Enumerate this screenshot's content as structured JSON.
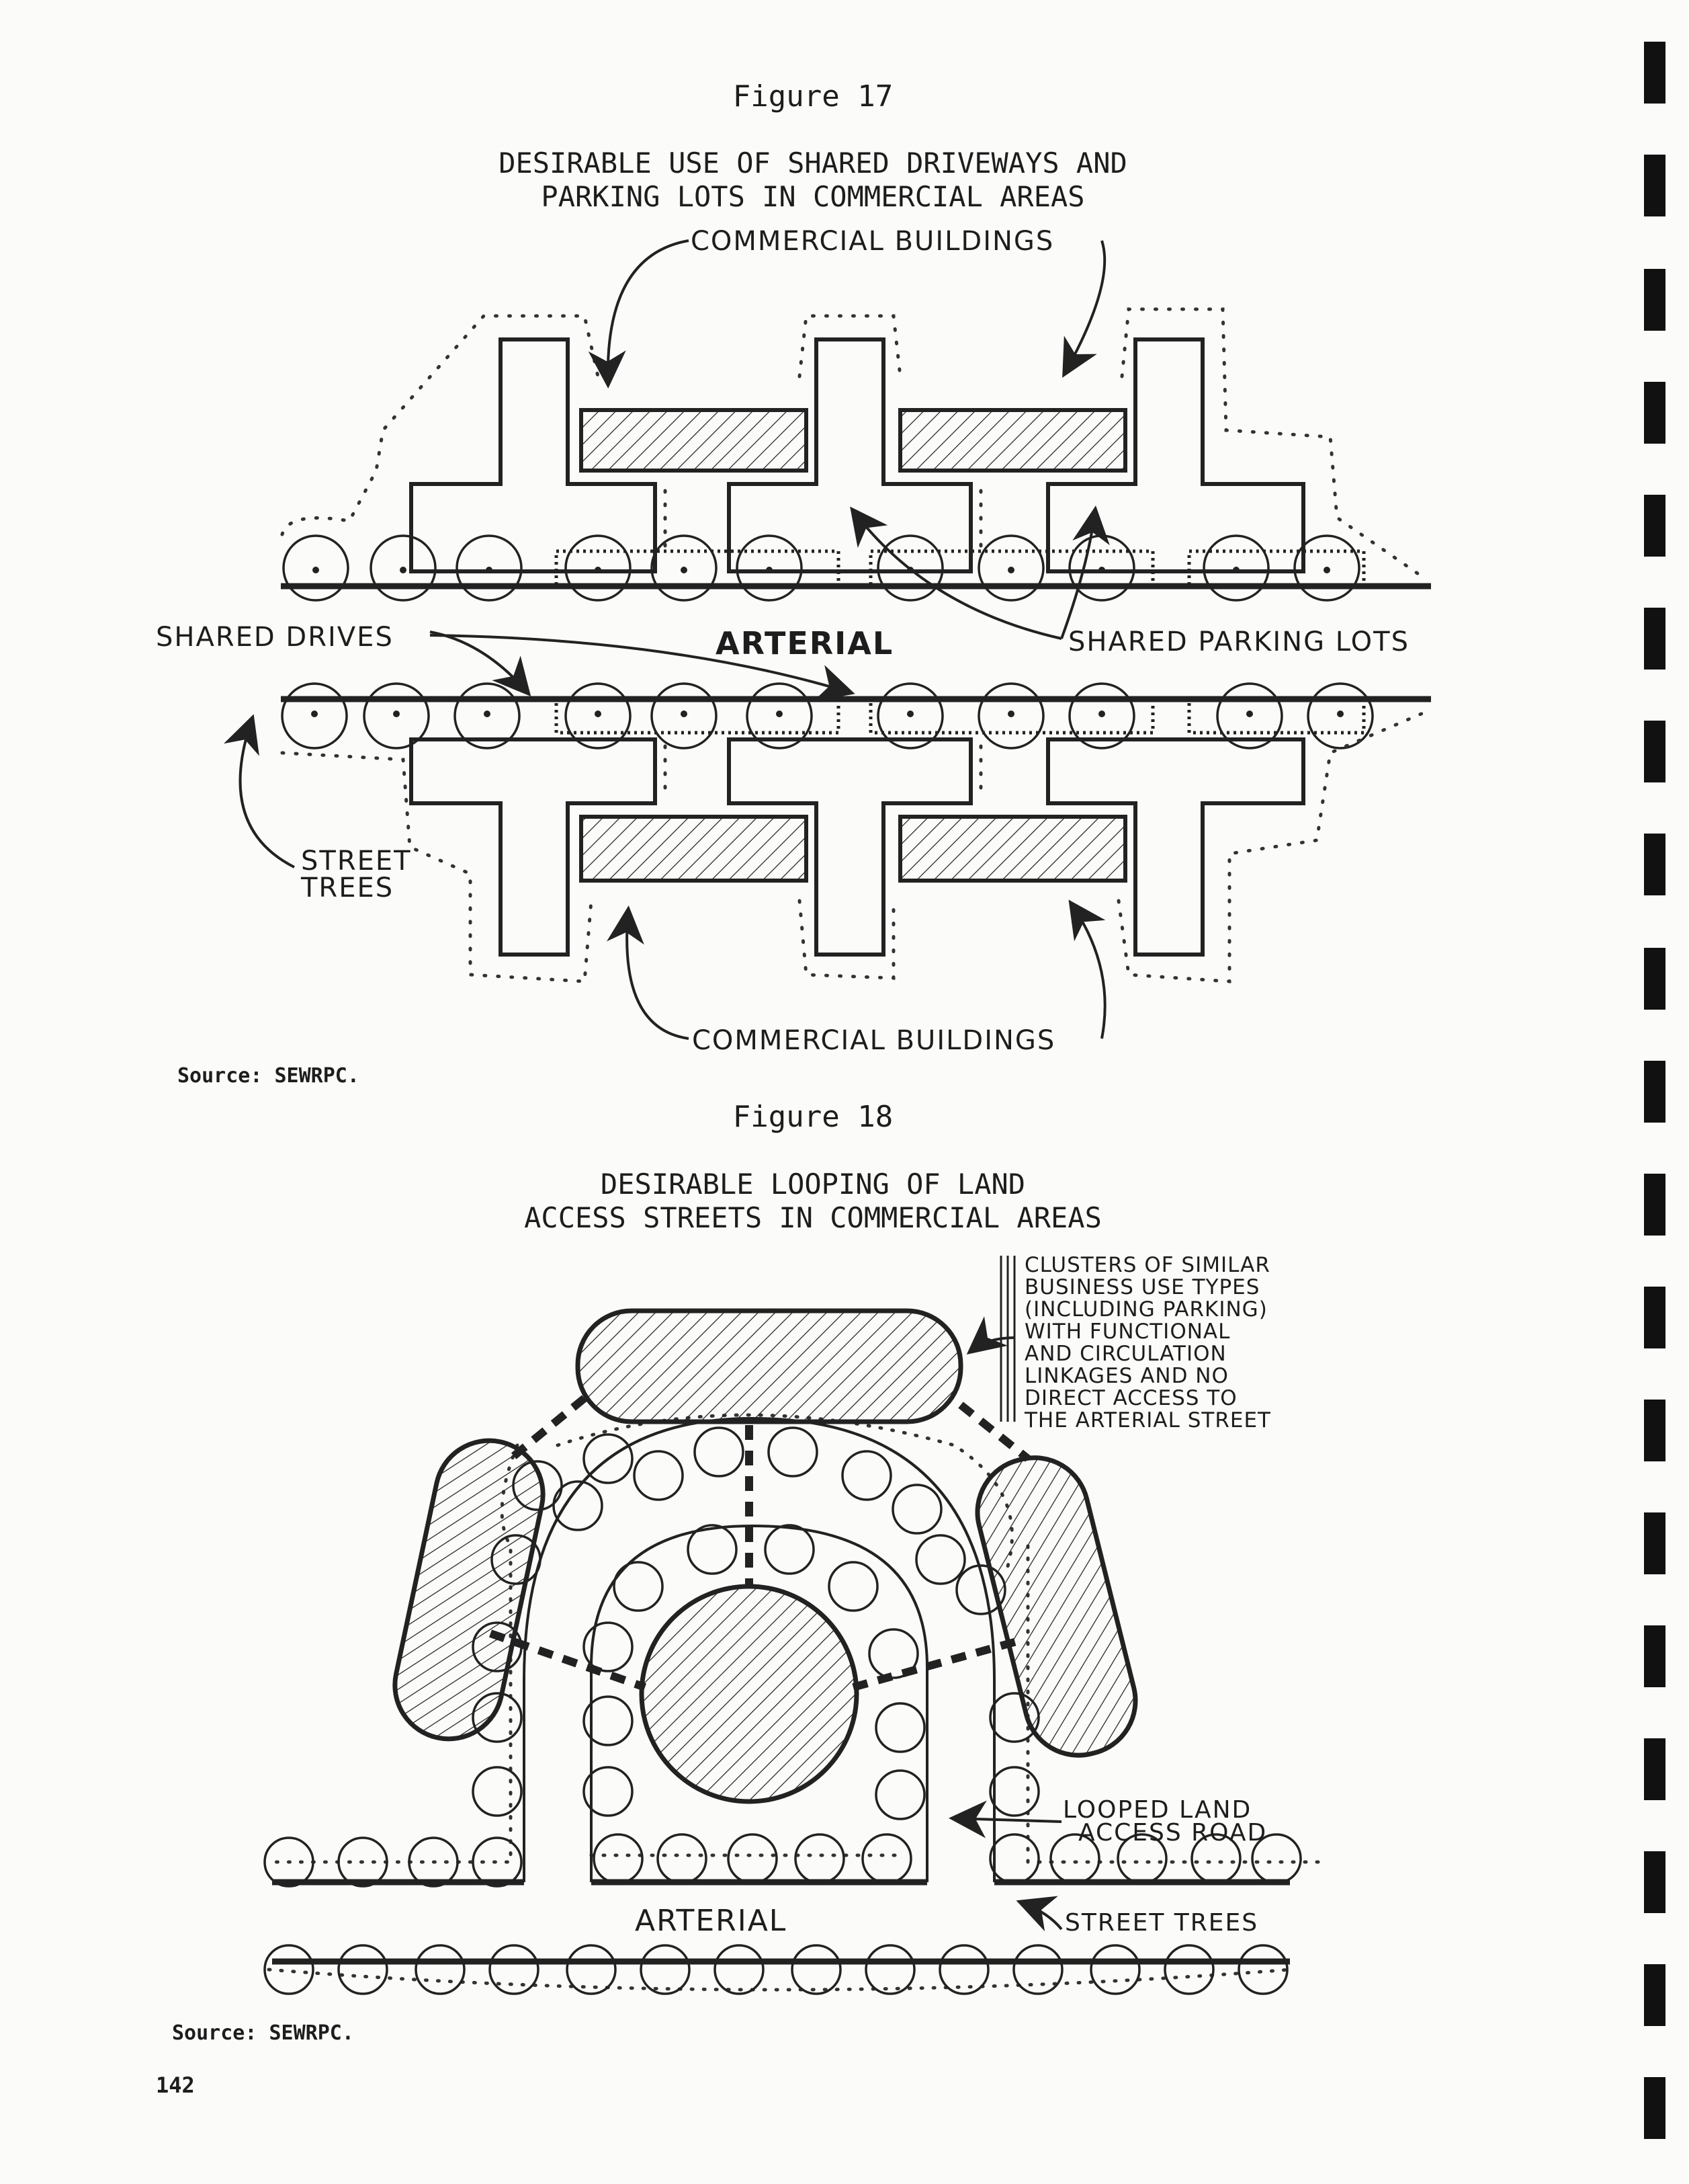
{
  "figure17": {
    "number": "Figure 17",
    "title_line1": "DESIRABLE USE OF SHARED DRIVEWAYS AND",
    "title_line2": "PARKING LOTS IN COMMERCIAL AREAS",
    "labels": {
      "commercial_buildings_top": "COMMERCIAL BUILDINGS",
      "shared_drives": "SHARED DRIVES",
      "arterial": "ARTERIAL",
      "shared_parking_lots": "SHARED PARKING LOTS",
      "street_trees_line1": "STREET",
      "street_trees_line2": "TREES",
      "commercial_buildings_bottom": "COMMERCIAL BUILDINGS"
    },
    "source": "Source: SEWRPC."
  },
  "figure18": {
    "number": "Figure 18",
    "title_line1": "DESIRABLE LOOPING OF LAND",
    "title_line2": "ACCESS STREETS IN COMMERCIAL AREAS",
    "labels": {
      "clusters": [
        "CLUSTERS OF SIMILAR",
        "BUSINESS USE TYPES",
        "(INCLUDING PARKING)",
        "WITH FUNCTIONAL",
        "AND CIRCULATION",
        "LINKAGES AND NO",
        "DIRECT ACCESS TO",
        "THE ARTERIAL STREET"
      ],
      "looped_line1": "LOOPED LAND",
      "looped_line2": "ACCESS ROAD",
      "arterial": "ARTERIAL",
      "street_trees": "STREET TREES"
    },
    "source": "Source: SEWRPC."
  },
  "page_number": "142"
}
